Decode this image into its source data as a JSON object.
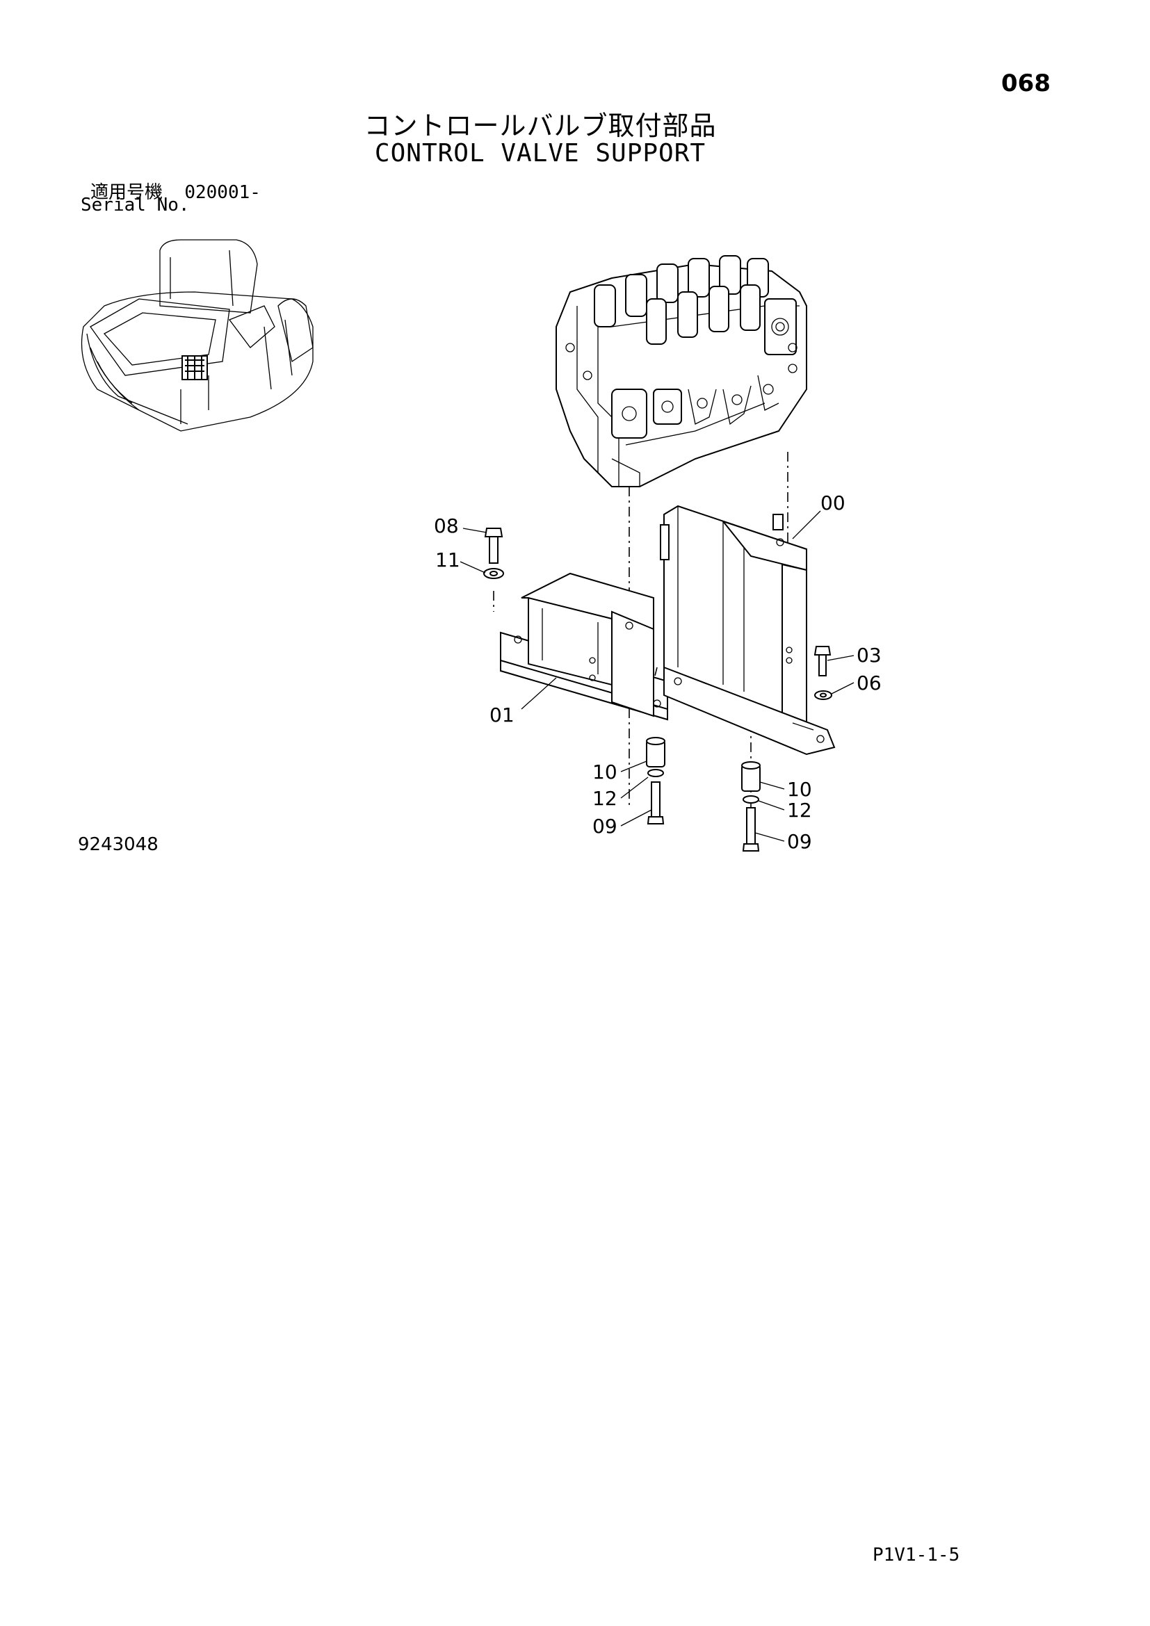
{
  "page_number": "068",
  "title_ja": "コントロールバルブ取付部品",
  "title_en": "CONTROL VALVE SUPPORT",
  "serial": {
    "label_ja": "適用号機",
    "value": "020001-",
    "label_en": "Serial No."
  },
  "drawing_number": "9243048",
  "page_code": "P1V1-1-5",
  "callouts": {
    "c00": "00",
    "c01": "01",
    "c03": "03",
    "c06": "06",
    "c08": "08",
    "c09a": "09",
    "c09b": "09",
    "c10a": "10",
    "c10b": "10",
    "c11": "11",
    "c12a": "12",
    "c12b": "12"
  }
}
